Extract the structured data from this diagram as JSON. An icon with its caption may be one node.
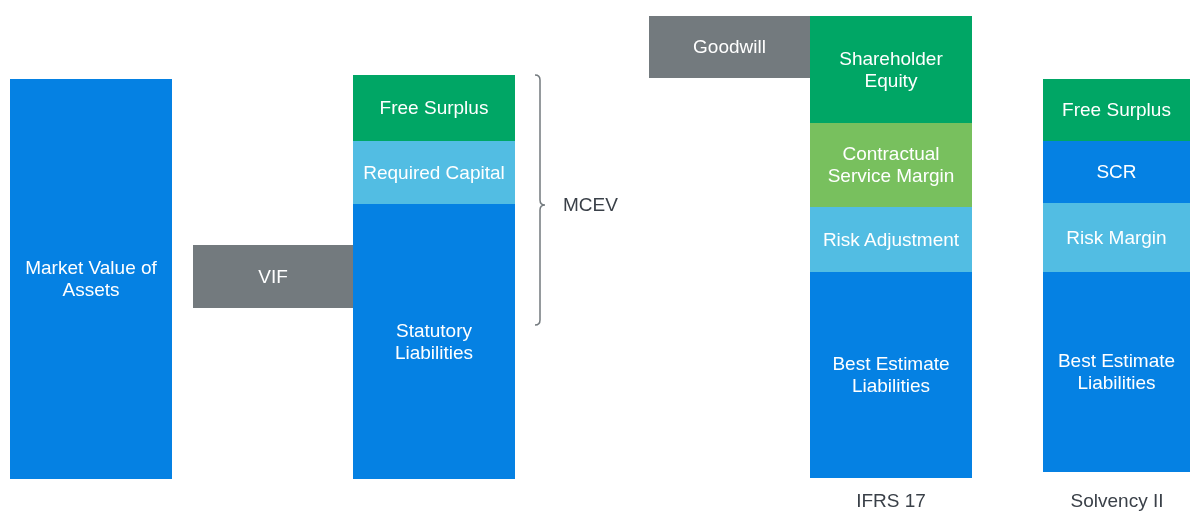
{
  "diagram": {
    "nodes": [
      {
        "text": [
          "Market Value of Assets"
        ]
      },
      {
        "text": [
          "VIF"
        ]
      },
      {
        "text": [
          "Free Surplus"
        ]
      },
      {
        "text": [
          "Required Capital"
        ]
      },
      {
        "text": [
          "Statutory Liabilities"
        ]
      },
      {
        "text": [
          "Goodwill"
        ]
      },
      {
        "text": [
          "Shareholder Equity"
        ]
      },
      {
        "text": [
          "Contractual Service Margin"
        ]
      },
      {
        "text": [
          "Risk Adjustment"
        ]
      },
      {
        "text": [
          "Best Estimate Liabilities"
        ]
      },
      {
        "text": [
          "Free Surplus"
        ]
      },
      {
        "text": [
          "SCR"
        ]
      },
      {
        "text": [
          "Risk Margin"
        ]
      },
      {
        "text": [
          "Best Estimate Liabilities"
        ]
      }
    ],
    "labels": [
      "MCEV",
      "IFRS 17",
      "Solvency II"
    ]
  }
}
